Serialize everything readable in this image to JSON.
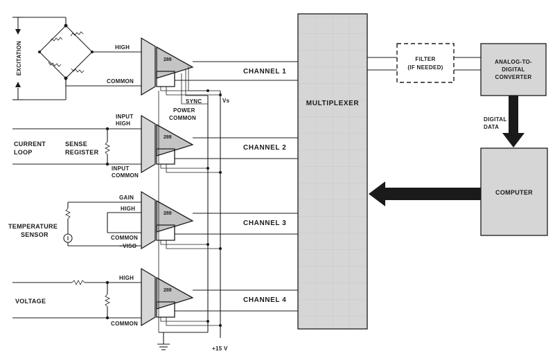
{
  "labels": {
    "excitation": "EXCITATION",
    "high": "HIGH",
    "common": "COMMON",
    "channel_1": "CHANNEL 1",
    "channel_2": "CHANNEL 2",
    "channel_3": "CHANNEL 3",
    "channel_4": "CHANNEL 4",
    "sync": "SYNC",
    "vs": "Vs",
    "power": "POWER",
    "power_common": "COMMON",
    "current_loop_1": "CURRENT",
    "current_loop_2": "LOOP",
    "sense_register_1": "SENSE",
    "sense_register_2": "REGISTER",
    "input_high_1": "INPUT",
    "input_high_2": "HIGH",
    "input_common_1": "INPUT",
    "input_common_2": "COMMON",
    "gain": "GAIN",
    "temperature_sensor_1": "TEMPERATURE",
    "temperature_sensor_2": "SENSOR",
    "minus_viso": "−VISO",
    "voltage": "VOLTAGE",
    "plus_15v": "+15 V",
    "multiplexer": "MULTIPLEXER",
    "filter_1": "FILTER",
    "filter_2": "(IF NEEDED)",
    "adc_1": "ANALOG-TO-",
    "adc_2": "DIGITAL",
    "adc_3": "CONVERTER",
    "digital_data_1": "DIGITAL",
    "digital_data_2": "DATA",
    "computer": "COMPUTER",
    "chip_number": "289"
  },
  "colors": {
    "ink": "#1a1a1a",
    "block_fill": "#d6d6d6",
    "chip_fill": "#c4c4c4"
  }
}
